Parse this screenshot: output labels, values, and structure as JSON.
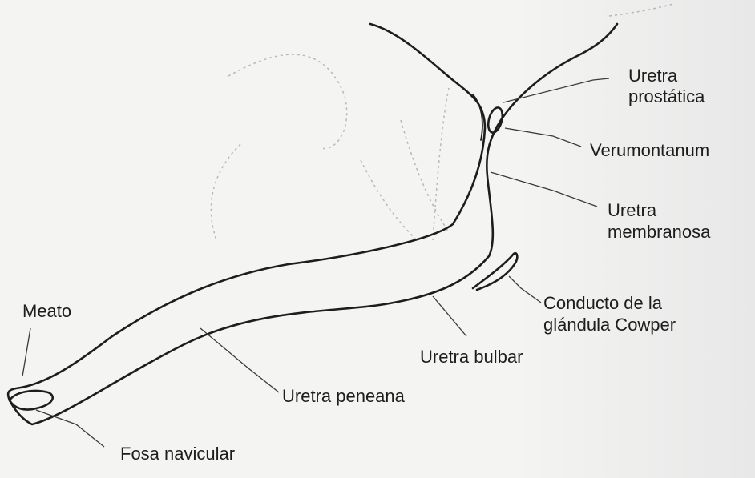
{
  "labels": {
    "uretra_prostatica_1": "Uretra",
    "uretra_prostatica_2": "prostática",
    "verumontanum": "Verumontanum",
    "uretra_membranosa_1": "Uretra",
    "uretra_membranosa_2": "membranosa",
    "conducto_1": "Conducto de la",
    "conducto_2": "glándula Cowper",
    "uretra_bulbar": "Uretra bulbar",
    "meato": "Meato",
    "uretra_peneana": "Uretra peneana",
    "fosa_navicular": "Fosa navicular"
  },
  "colors": {
    "ink": "#1d1d1d",
    "paper": "#f4f4f2",
    "faint": "#9a9a96"
  }
}
